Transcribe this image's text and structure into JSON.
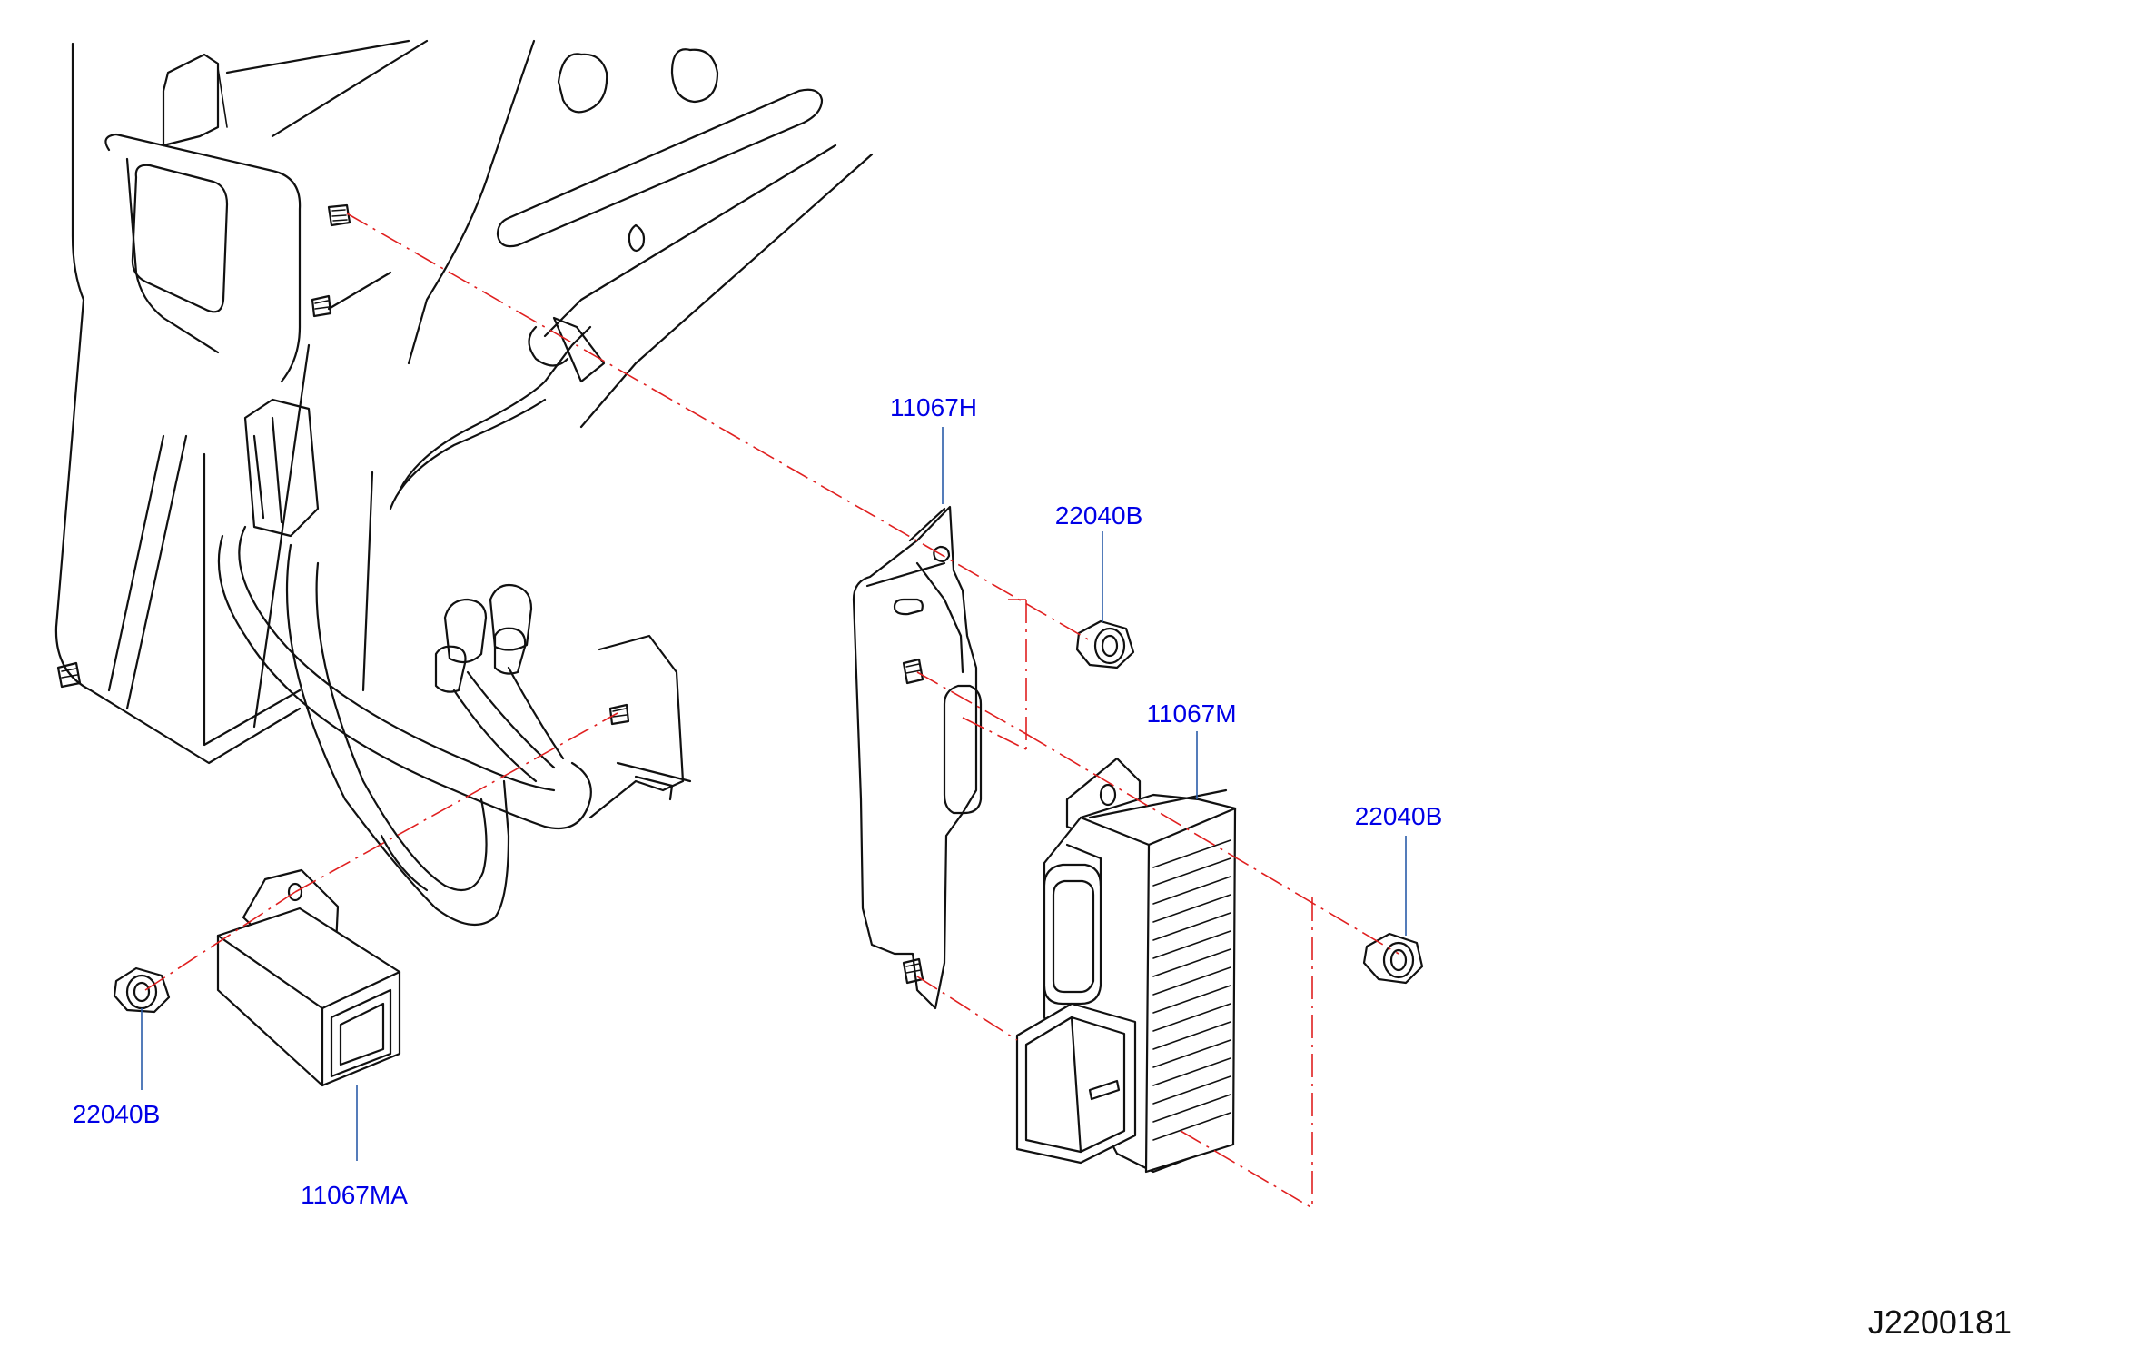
{
  "colors": {
    "label": "#0000e6",
    "leader": "#2a5ca8",
    "centerline": "#e02020",
    "line": "#111111"
  },
  "callouts": {
    "bracket": "11067H",
    "nut_upper": "22040B",
    "module_main": "11067M",
    "nut_right": "22040B",
    "nut_left": "22040B",
    "module_small": "11067MA"
  },
  "diagram_code": "J2200181"
}
